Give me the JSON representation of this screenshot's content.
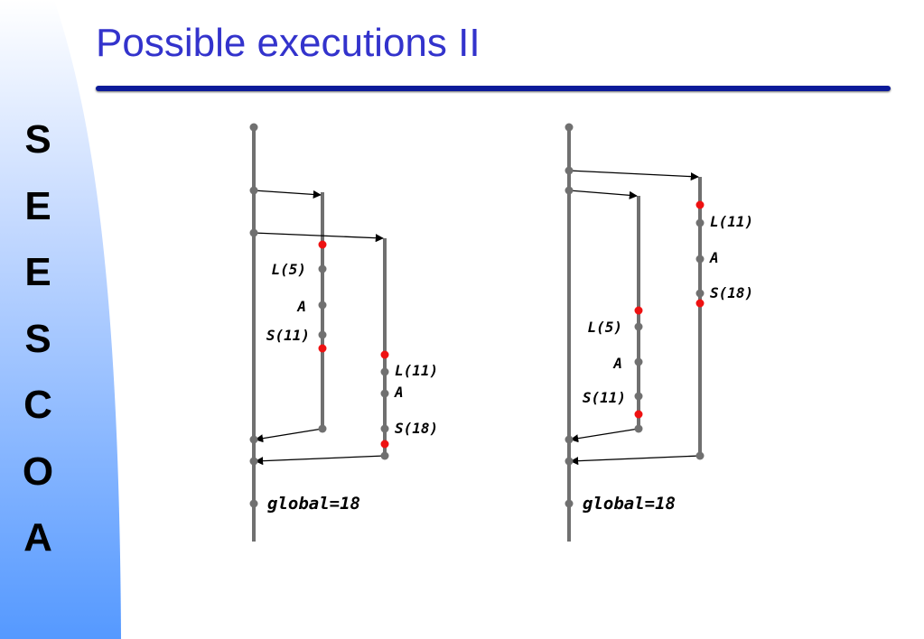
{
  "slide": {
    "title": "Possible executions II",
    "logo_letters": [
      "S",
      "E",
      "E",
      "S",
      "C",
      "O",
      "A"
    ]
  },
  "colors": {
    "title": "#3333cc",
    "rule": "#0c1a99",
    "timeline": "#707070",
    "event_dot": "#707070",
    "critical_dot": "#ee1111",
    "arrow": "#000000",
    "sidebar_top": "#ffffff",
    "sidebar_bottom": "#5599ff"
  },
  "diagrams": [
    {
      "labels": {
        "t1_lock": "L(5)",
        "t1_add": "A",
        "t1_store": "S(11)",
        "t2_lock": "L(11)",
        "t2_add": "A",
        "t2_store": "S(18)",
        "result": "global=18"
      }
    },
    {
      "labels": {
        "t2_lock": "L(11)",
        "t2_add": "A",
        "t2_store": "S(18)",
        "t1_lock": "L(5)",
        "t1_add": "A",
        "t1_store": "S(11)",
        "result": "global=18"
      }
    }
  ]
}
